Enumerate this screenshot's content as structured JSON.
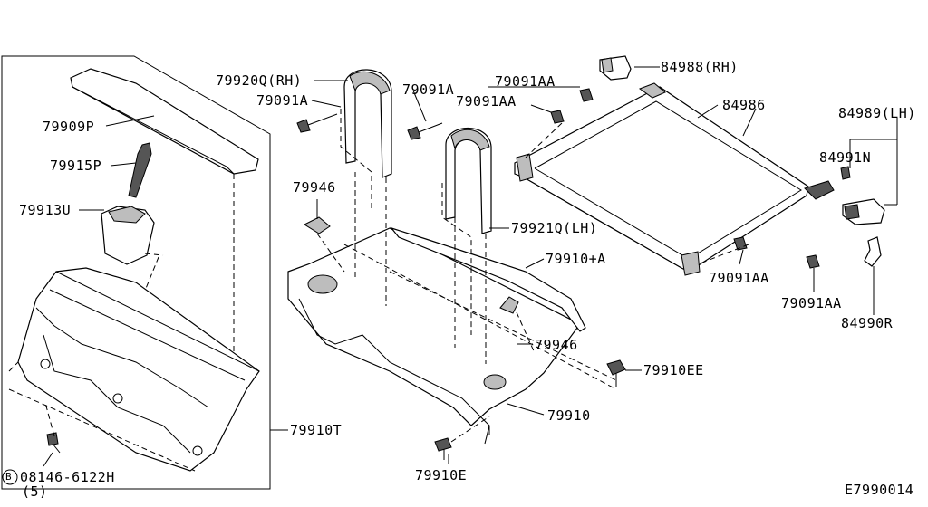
{
  "diagram": {
    "code": "E7990014",
    "labels": {
      "p79909P": "79909P",
      "p79915P": "79915P",
      "p79913U": "79913U",
      "p79910T": "79910T",
      "p08146": "08146-6122H",
      "p08146_b": "B",
      "p08146_qty": "(5)",
      "p79920Q": "79920Q(RH)",
      "p79091A_1": "79091A",
      "p79091A_2": "79091A",
      "p79946_1": "79946",
      "p79946_2": "79946",
      "p79921Q": "79921Q(LH)",
      "p79910A": "79910+A",
      "p79910EE": "79910EE",
      "p79910": "79910",
      "p79910E": "79910E",
      "p79091AA_1": "79091AA",
      "p79091AA_2": "79091AA",
      "p79091AA_3": "79091AA",
      "p79091AA_4": "79091AA",
      "p84988": "84988(RH)",
      "p84986": "84986",
      "p84989": "84989(LH)",
      "p84991N": "84991N",
      "p84990R": "84990R"
    }
  }
}
